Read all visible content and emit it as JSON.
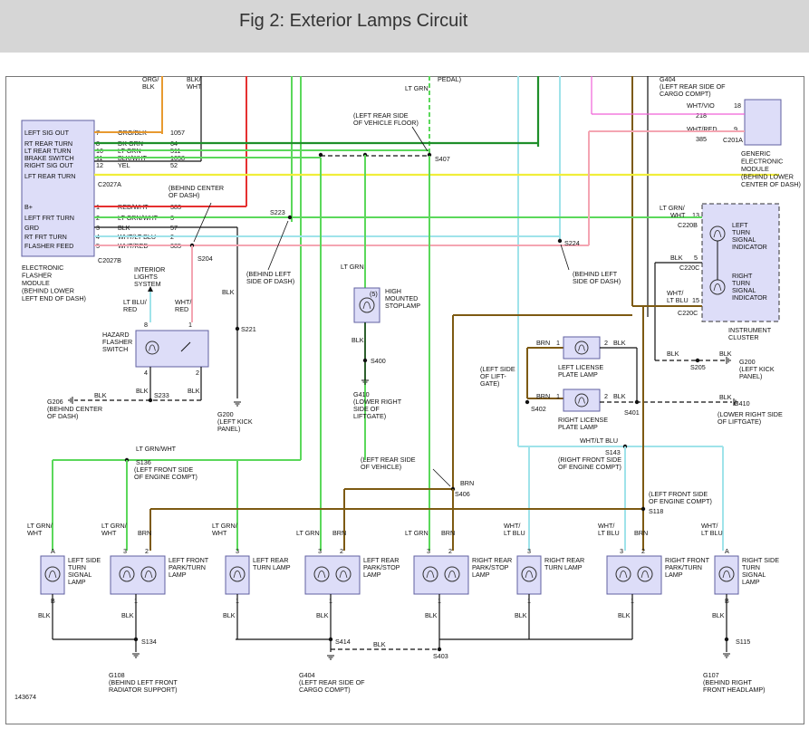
{
  "header": {
    "title": "Fig 2: Exterior Lamps Circuit"
  },
  "figure_id": "143674",
  "colors": {
    "orange": "#e89a30",
    "dark_green": "#1f8f2a",
    "light_green": "#5bd85b",
    "black": "#111111",
    "yellow": "#f0ee3a",
    "red": "#e53030",
    "cyan": "#9fe3ea",
    "pink": "#f4a5b2",
    "violet": "#f060d8",
    "brown": "#7d5a12",
    "component_fill": "#ddddf8",
    "component_stroke": "#6060a0"
  },
  "modules": {
    "flasher": {
      "name_lines": [
        "ELECTRONIC",
        "FLASHER",
        "MODULE",
        "(BEHIND LOWER",
        "LEFT END OF DASH)"
      ],
      "pins_a": [
        {
          "name": "LEFT SIG OUT",
          "pin": "7",
          "color": "ORG/BLK",
          "ckt": "1057"
        },
        {
          "name": "RT REAR TURN",
          "pin": "8",
          "color": "DK GRN",
          "ckt": "64"
        },
        {
          "name": "LT REAR TURN",
          "pin": "10",
          "color": "LT GRN",
          "ckt": "511"
        },
        {
          "name": "BRAKE SWITCH",
          "pin": "11",
          "color": "BLK/WHT",
          "ckt": "1058"
        },
        {
          "name": "RIGHT SIG OUT",
          "pin": "12",
          "color": "YEL",
          "ckt": "52"
        },
        {
          "name": "LFT REAR TURN",
          "pin": "",
          "color": "",
          "ckt": ""
        }
      ],
      "connector_a": "C2027A",
      "pins_b": [
        {
          "name": "B+",
          "pin": "1",
          "color": "RED/WHT",
          "ckt": "383"
        },
        {
          "name": "LEFT FRT TURN",
          "pin": "2",
          "color": "LT GRN/WHT",
          "ckt": "3"
        },
        {
          "name": "GRD",
          "pin": "3",
          "color": "BLK",
          "ckt": "57"
        },
        {
          "name": "RT FRT TURN",
          "pin": "4",
          "color": "WHT/LT BLU",
          "ckt": "2"
        },
        {
          "name": "FLASHER FEED",
          "pin": "5",
          "color": "WHT/RED",
          "ckt": "385"
        }
      ],
      "connector_b": "C2027B"
    },
    "gem": {
      "name_lines": [
        "GENERIC",
        "ELECTRONIC",
        "MODULE",
        "(BEHIND LOWER",
        "CENTER OF DASH)"
      ],
      "pins": [
        {
          "color": "WHT/VIO",
          "pin": "18",
          "ckt": "218"
        },
        {
          "color": "WHT/RED",
          "pin": "9",
          "ckt": "385"
        }
      ],
      "connector": "C201A",
      "ground": {
        "id": "G404",
        "lines": [
          "G404",
          "(LEFT REAR SIDE OF",
          "CARGO COMPT)"
        ]
      }
    },
    "cluster": {
      "name_lines": [
        "INSTRUMENT",
        "CLUSTER"
      ],
      "left_indicator": [
        "LEFT",
        "TURN",
        "SIGNAL",
        "INDICATOR"
      ],
      "right_indicator": [
        "RIGHT",
        "TURN",
        "SIGNAL",
        "INDICATOR"
      ],
      "pins": [
        {
          "color": "LT GRN/",
          "color2": "WHT",
          "pin": "13",
          "connector": "C220B"
        },
        {
          "color": "BLK",
          "pin": "5",
          "connector": "C220C"
        },
        {
          "color": "WHT/",
          "color2": "LT BLU",
          "pin": "15",
          "connector": "C220C"
        }
      ]
    },
    "hazard": {
      "name_lines": [
        "HAZARD",
        "FLASHER",
        "SWITCH"
      ],
      "pins": [
        "8",
        "1",
        "4",
        "2"
      ]
    },
    "interior": {
      "lines": [
        "INTERIOR",
        "LIGHTS",
        "SYSTEM"
      ]
    }
  },
  "wire_labels": {
    "org_blk_top": [
      "ORG/",
      "BLK"
    ],
    "blk_wht_top": [
      "BLK/",
      "WHT"
    ],
    "lt_grn_top": "LT GRN",
    "pedal": "PEDAL)",
    "lt_blu_red": [
      "LT BLU/",
      "RED"
    ],
    "wht_red": [
      "WHT/",
      "RED"
    ],
    "blk": "BLK",
    "lt_grn": "LT GRN",
    "lt_grn_wht": "LT GRN/WHT",
    "wht_lt_blu": "WHT/LT BLU",
    "brn": "BRN"
  },
  "splices": {
    "s407": {
      "id": "S407",
      "note": [
        "(LEFT REAR SIDE",
        "OF VEHICLE FLOOR)"
      ]
    },
    "s223": {
      "id": "S223",
      "note": [
        "(BEHIND LEFT",
        "SIDE OF DASH)"
      ]
    },
    "s204": {
      "id": "S204",
      "note": [
        "(BEHIND CENTER",
        "OF DASH)"
      ]
    },
    "s224": {
      "id": "S224",
      "note": [
        "(BEHIND LEFT",
        "SIDE OF DASH)"
      ]
    },
    "s221": {
      "id": "S221"
    },
    "s233": {
      "id": "S233"
    },
    "s205": {
      "id": "S205"
    },
    "s400": {
      "id": "S400"
    },
    "s402": {
      "id": "S402",
      "note": [
        "(LEFT SIDE",
        "OF LIFT-",
        "GATE)"
      ]
    },
    "s401": {
      "id": "S401"
    },
    "s143": {
      "id": "S143",
      "note": [
        "(RIGHT FRONT SIDE",
        "OF ENGINE COMPT)"
      ]
    },
    "s136": {
      "id": "S136",
      "note": [
        "(LEFT FRONT SIDE",
        "OF ENGINE COMPT)"
      ]
    },
    "s406": {
      "id": "S406",
      "note": [
        "(LEFT REAR SIDE",
        "OF VEHICLE)"
      ]
    },
    "s118": {
      "id": "S118",
      "note": [
        "(LEFT FRONT SIDE",
        "OF ENGINE COMPT)"
      ]
    },
    "s134": {
      "id": "S134"
    },
    "s414": {
      "id": "S414"
    },
    "s403": {
      "id": "S403"
    },
    "s115": {
      "id": "S115"
    }
  },
  "grounds": {
    "g206": {
      "lines": [
        "G206",
        "(BEHIND CENTER",
        "OF DASH)"
      ]
    },
    "g200a": {
      "lines": [
        "G200",
        "(LEFT KICK",
        "PANEL)"
      ]
    },
    "g200b": {
      "lines": [
        "G200",
        "(LEFT KICK",
        "PANEL)"
      ]
    },
    "g410a": {
      "lines": [
        "G410",
        "(LOWER RIGHT",
        "SIDE OF",
        "LIFTGATE)"
      ]
    },
    "g410b": {
      "lines": [
        "G410",
        "(LOWER RIGHT SIDE",
        "OF LIFTGATE)"
      ]
    },
    "g108": {
      "lines": [
        "G108",
        "(BEHIND LEFT FRONT",
        "RADIATOR SUPPORT)"
      ]
    },
    "g404": {
      "lines": [
        "G404",
        "(LEFT REAR SIDE OF",
        "CARGO COMPT)"
      ]
    },
    "g107": {
      "lines": [
        "G107",
        "(BEHIND RIGHT",
        "FRONT HEADLAMP)"
      ]
    }
  },
  "lamps": {
    "stoplamp": [
      "HIGH",
      "MOUNTED",
      "STOPLAMP"
    ],
    "stoplamp_pin": "(5)",
    "left_license": [
      "LEFT LICENSE",
      "PLATE LAMP"
    ],
    "right_license": [
      "RIGHT LICENSE",
      "PLATE LAMP"
    ],
    "bottom": [
      {
        "lines": [
          "LEFT SIDE",
          "TURN",
          "SIGNAL",
          "LAMP"
        ],
        "top_wire": [
          "LT GRN/",
          "WHT"
        ],
        "pin_top": "A",
        "pin_bot": "B"
      },
      {
        "lines": [
          "LEFT FRONT",
          "PARK/TURN",
          "LAMP"
        ],
        "top_wire": [
          "LT GRN/",
          "WHT"
        ],
        "top_wire2": "BRN",
        "pin_top": "3",
        "pin_top2": "2",
        "pin_bot": "1"
      },
      {
        "lines": [
          "LEFT REAR",
          "TURN LAMP"
        ],
        "top_wire": [
          "LT GRN/",
          "WHT"
        ],
        "pin_top": "3",
        "pin_top2": "2",
        "pin_bot": "1"
      },
      {
        "lines": [
          "LEFT REAR",
          "PARK/STOP",
          "LAMP"
        ],
        "top_wire": [
          "LT GRN"
        ],
        "top_wire2": "BRN",
        "pin_top": "3",
        "pin_top2": "2",
        "pin_bot": "1"
      },
      {
        "lines": [
          "RIGHT REAR",
          "PARK/STOP",
          "LAMP"
        ],
        "top_wire": [
          "LT GRN"
        ],
        "top_wire2": "BRN",
        "pin_top": "3",
        "pin_top2": "2",
        "pin_bot": "1"
      },
      {
        "lines": [
          "RIGHT REAR",
          "TURN LAMP"
        ],
        "top_wire": [
          "WHT/",
          "LT BLU"
        ],
        "pin_top": "3",
        "pin_top2": "2",
        "pin_bot": "1"
      },
      {
        "lines": [
          "RIGHT FRONT",
          "PARK/TURN",
          "LAMP"
        ],
        "top_wire": [
          "WHT/",
          "LT BLU"
        ],
        "top_wire2": "BRN",
        "pin_top": "3",
        "pin_top2": "2",
        "pin_bot": "1"
      },
      {
        "lines": [
          "RIGHT SIDE",
          "TURN",
          "SIGNAL",
          "LAMP"
        ],
        "top_wire": [
          "WHT/",
          "LT BLU"
        ],
        "pin_top": "A",
        "pin_bot": "B"
      }
    ]
  }
}
